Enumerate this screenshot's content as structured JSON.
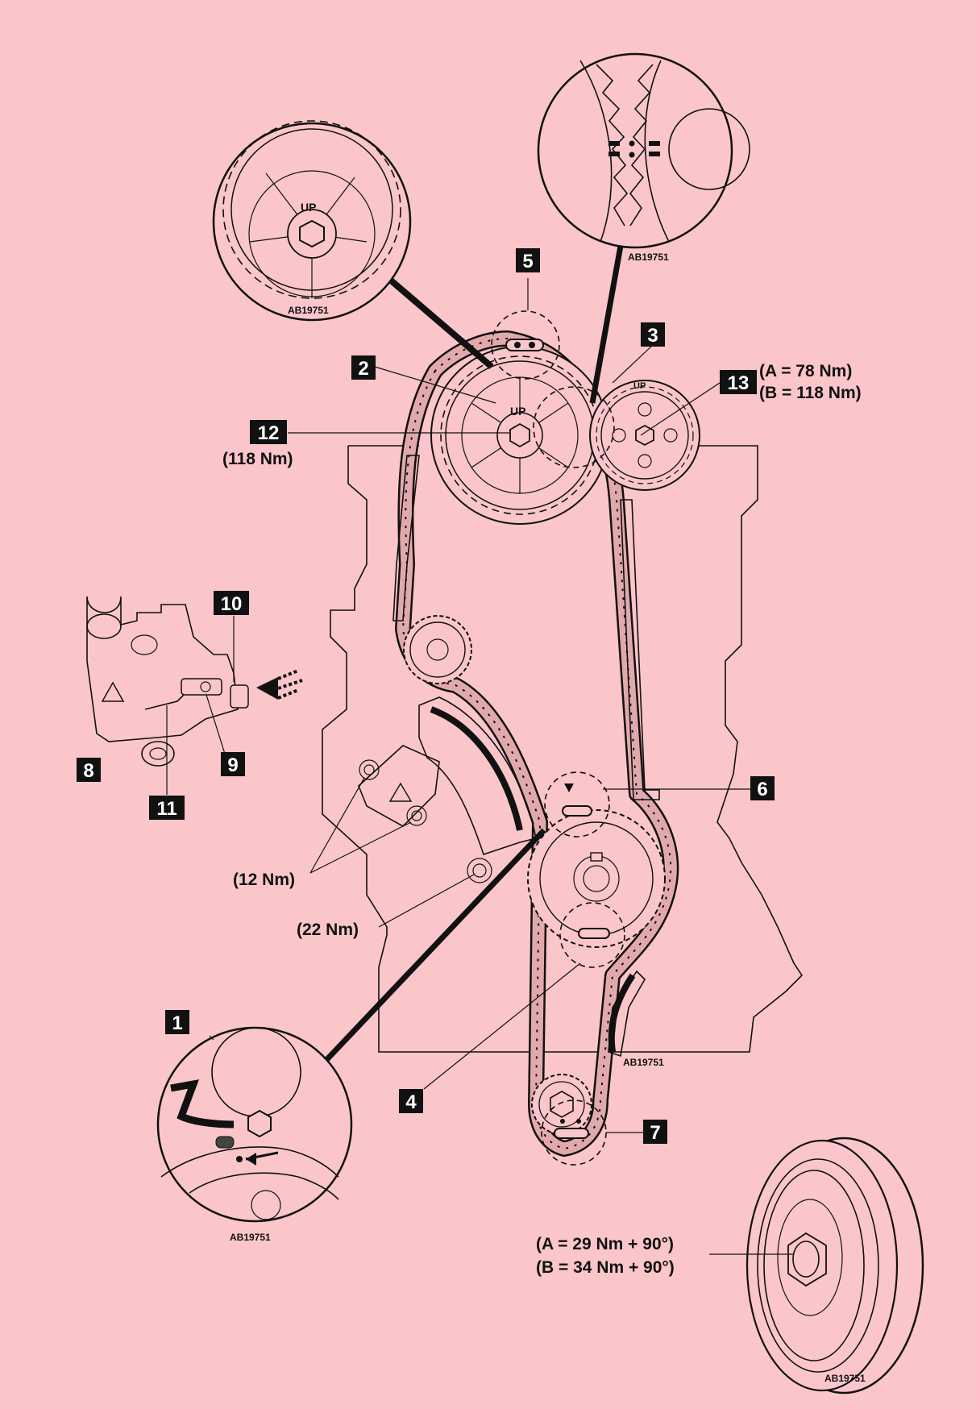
{
  "figure": {
    "background": "#fac6c9",
    "line_color": "#111111",
    "callout_bg": "#111111",
    "callout_text_color": "#ffffff"
  },
  "callouts": {
    "c1": "1",
    "c2": "2",
    "c3": "3",
    "c4": "4",
    "c5": "5",
    "c6": "6",
    "c7": "7",
    "c8": "8",
    "c9": "9",
    "c10": "10",
    "c11": "11",
    "c12": "12",
    "c13": "13"
  },
  "torques": {
    "cam_exhaust_a": "(A = 78 Nm)",
    "cam_exhaust_b": "(B = 118 Nm)",
    "cam_intake": "(118 Nm)",
    "tensioner_bolts": "(12 Nm)",
    "guide_bolt": "(22 Nm)",
    "pulley_a": "(A = 29 Nm + 90°)",
    "pulley_b": "(B = 34 Nm + 90°)"
  },
  "marks": {
    "up_detail": "UP",
    "up_cam": "UP",
    "up_small": "UP"
  },
  "references": {
    "ref_cam_detail": "AB19751",
    "ref_mark_detail": "AB19751",
    "ref_crank_detail": "AB19751",
    "ref_engine": "AB19751",
    "ref_pulley": "AB19751"
  },
  "detail_insets": [
    {
      "name": "camshaft-sprocket-detail",
      "content": "UP mark"
    },
    {
      "name": "timing-mark-alignment-detail",
      "content": "aligned marks"
    },
    {
      "name": "crank-timing-mark-detail",
      "content": "timing mark"
    }
  ]
}
